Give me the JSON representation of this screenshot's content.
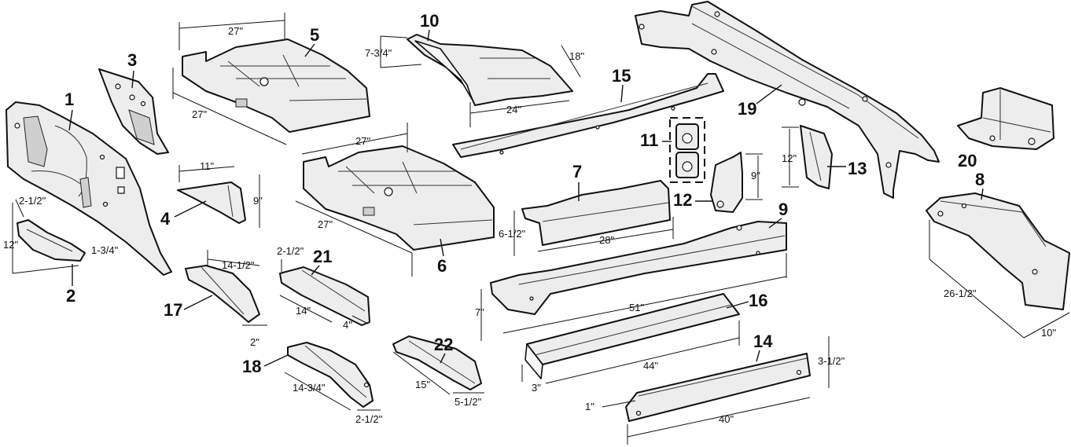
{
  "callouts": {
    "c1": "1",
    "c2": "2",
    "c3": "3",
    "c4": "4",
    "c5": "5",
    "c6": "6",
    "c7": "7",
    "c8": "8",
    "c9": "9",
    "c10": "10",
    "c11": "11",
    "c12": "12",
    "c13": "13",
    "c14": "14",
    "c15": "15",
    "c16": "16",
    "c17": "17",
    "c18": "18",
    "c19": "19",
    "c20": "20",
    "c21": "21",
    "c22": "22"
  },
  "dimensions": {
    "d2_top": "2-1/2\"",
    "d2_height": "12\"",
    "d2_side": "1-3/4\"",
    "d4_width": "11\"",
    "d4_height": "9\"",
    "d5_width": "27\"",
    "d5_depth": "27\"",
    "d6_width": "27\"",
    "d6_depth": "27\"",
    "d10_height": "7-3/4\"",
    "d10_depth": "18\"",
    "d10_width": "24\"",
    "d7_height": "6-1/2\"",
    "d7_length": "28\"",
    "d12_height": "9\"",
    "d13_height": "12\"",
    "d9_height": "7\"",
    "d9_length": "51\"",
    "d16_length": "44\"",
    "d16_height": "3\"",
    "d14_height": "3-1/2\"",
    "d14_flange": "1\"",
    "d14_length": "40\"",
    "d8_length": "26-1/2\"",
    "d8_width": "10\"",
    "d17_length": "14-1/2\"",
    "d17_width": "2\"",
    "d21_top": "2-1/2\"",
    "d21_length": "14\"",
    "d21_width": "4\"",
    "d18_length": "14-3/4\"",
    "d18_width": "2-1/2\"",
    "d22_length": "15\"",
    "d22_width": "5-1/2\""
  }
}
